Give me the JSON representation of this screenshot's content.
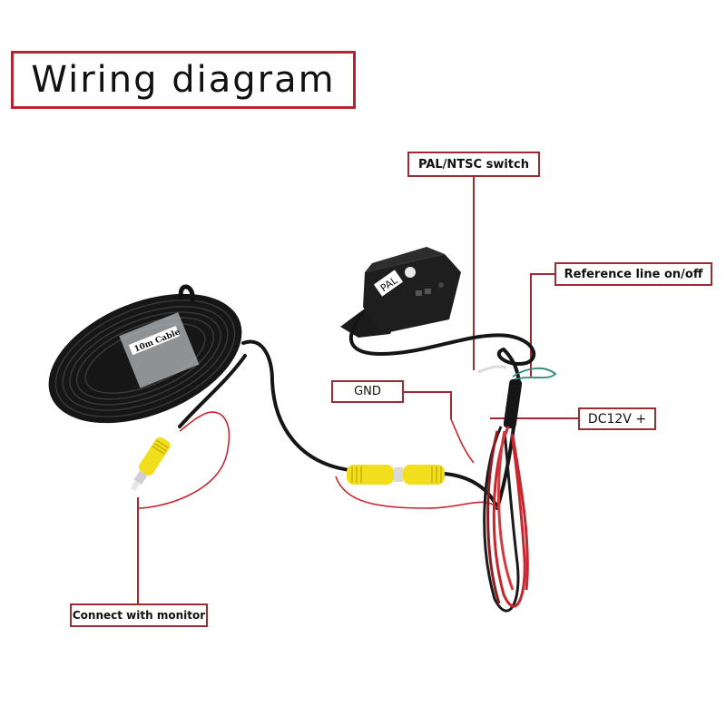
{
  "title": "Wiring diagram",
  "labels": {
    "pal_ntsc": "PAL/NTSC switch",
    "reference_line": "Reference line on/off",
    "gnd": "GND",
    "dc12v": "DC12V +",
    "monitor": "Connect with monitor"
  },
  "camera": {
    "mode_sticker": "PAL"
  },
  "cable": {
    "tag": "10m Cable"
  },
  "colors": {
    "accent_border": "#b3262e",
    "leader_line": "#9e2a33",
    "cable": "#1a1a1a",
    "rca_yellow": "#f2de1c",
    "power_red": "#c8262c",
    "reference_wire": "#2f8a6e"
  }
}
